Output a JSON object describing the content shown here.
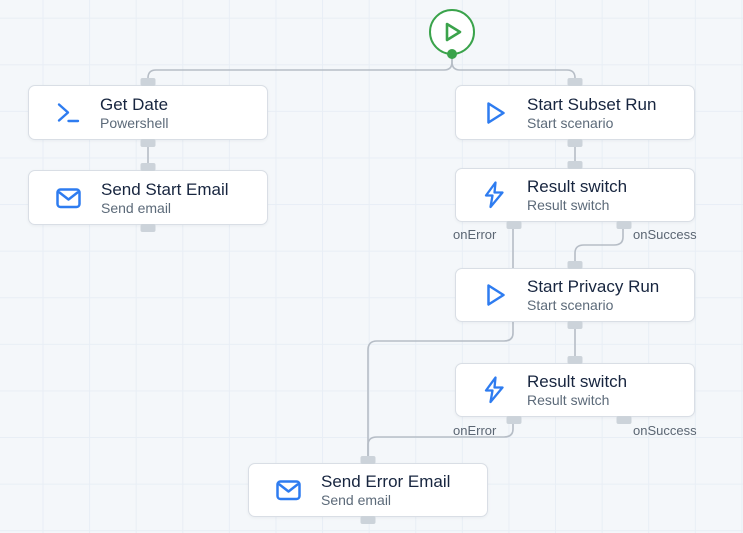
{
  "canvas": {
    "background": "#f4f7fa",
    "grid_color": "#e8eef5"
  },
  "palette": {
    "accent_blue": "#2e7cf0",
    "accent_green": "#3aa34b",
    "node_border": "#d9dee5",
    "wire_color": "#b6bdc6",
    "handle_color": "#ccd3da",
    "title_color": "#17253f",
    "subtitle_color": "#5c6a79",
    "branch_label_color": "#5b6673"
  },
  "start_node": {
    "icon": "play-circle-icon"
  },
  "nodes": [
    {
      "id": "get-date",
      "title": "Get Date",
      "subtitle": "Powershell",
      "icon": "terminal-icon"
    },
    {
      "id": "send-start-email",
      "title": "Send Start Email",
      "subtitle": "Send email",
      "icon": "mail-icon"
    },
    {
      "id": "start-subset-run",
      "title": "Start Subset Run",
      "subtitle": "Start scenario",
      "icon": "play-icon"
    },
    {
      "id": "result-switch-1",
      "title": "Result switch",
      "subtitle": "Result switch",
      "icon": "zap-icon",
      "outputs": [
        "onError",
        "onSuccess"
      ]
    },
    {
      "id": "start-privacy-run",
      "title": "Start Privacy Run",
      "subtitle": "Start scenario",
      "icon": "play-icon"
    },
    {
      "id": "result-switch-2",
      "title": "Result switch",
      "subtitle": "Result switch",
      "icon": "zap-icon",
      "outputs": [
        "onError",
        "onSuccess"
      ]
    },
    {
      "id": "send-error-email",
      "title": "Send Error Email",
      "subtitle": "Send email",
      "icon": "mail-icon"
    }
  ]
}
